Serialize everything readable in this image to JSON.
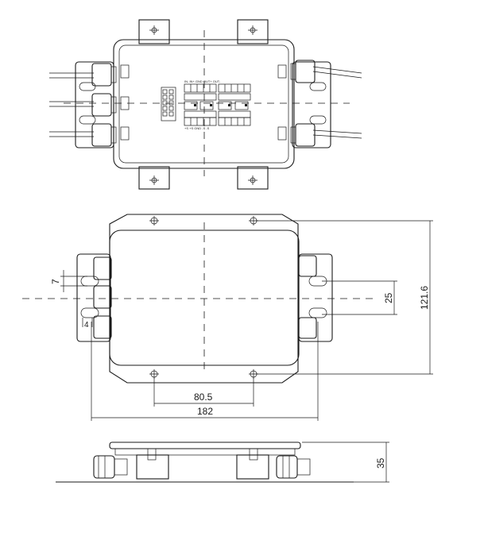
{
  "dimensions": {
    "hole_spacing_x": "80.5",
    "overall_width": "182",
    "slot_spacing_y": "25",
    "overall_height": "121.6",
    "slot_width": "7",
    "slot_offset": "4",
    "total_height": "35"
  },
  "pcb": {
    "top_row_label": "IN- IN+ GND OUT+ OUT-",
    "bottom_row_label": "+S +S GND -S -S"
  }
}
